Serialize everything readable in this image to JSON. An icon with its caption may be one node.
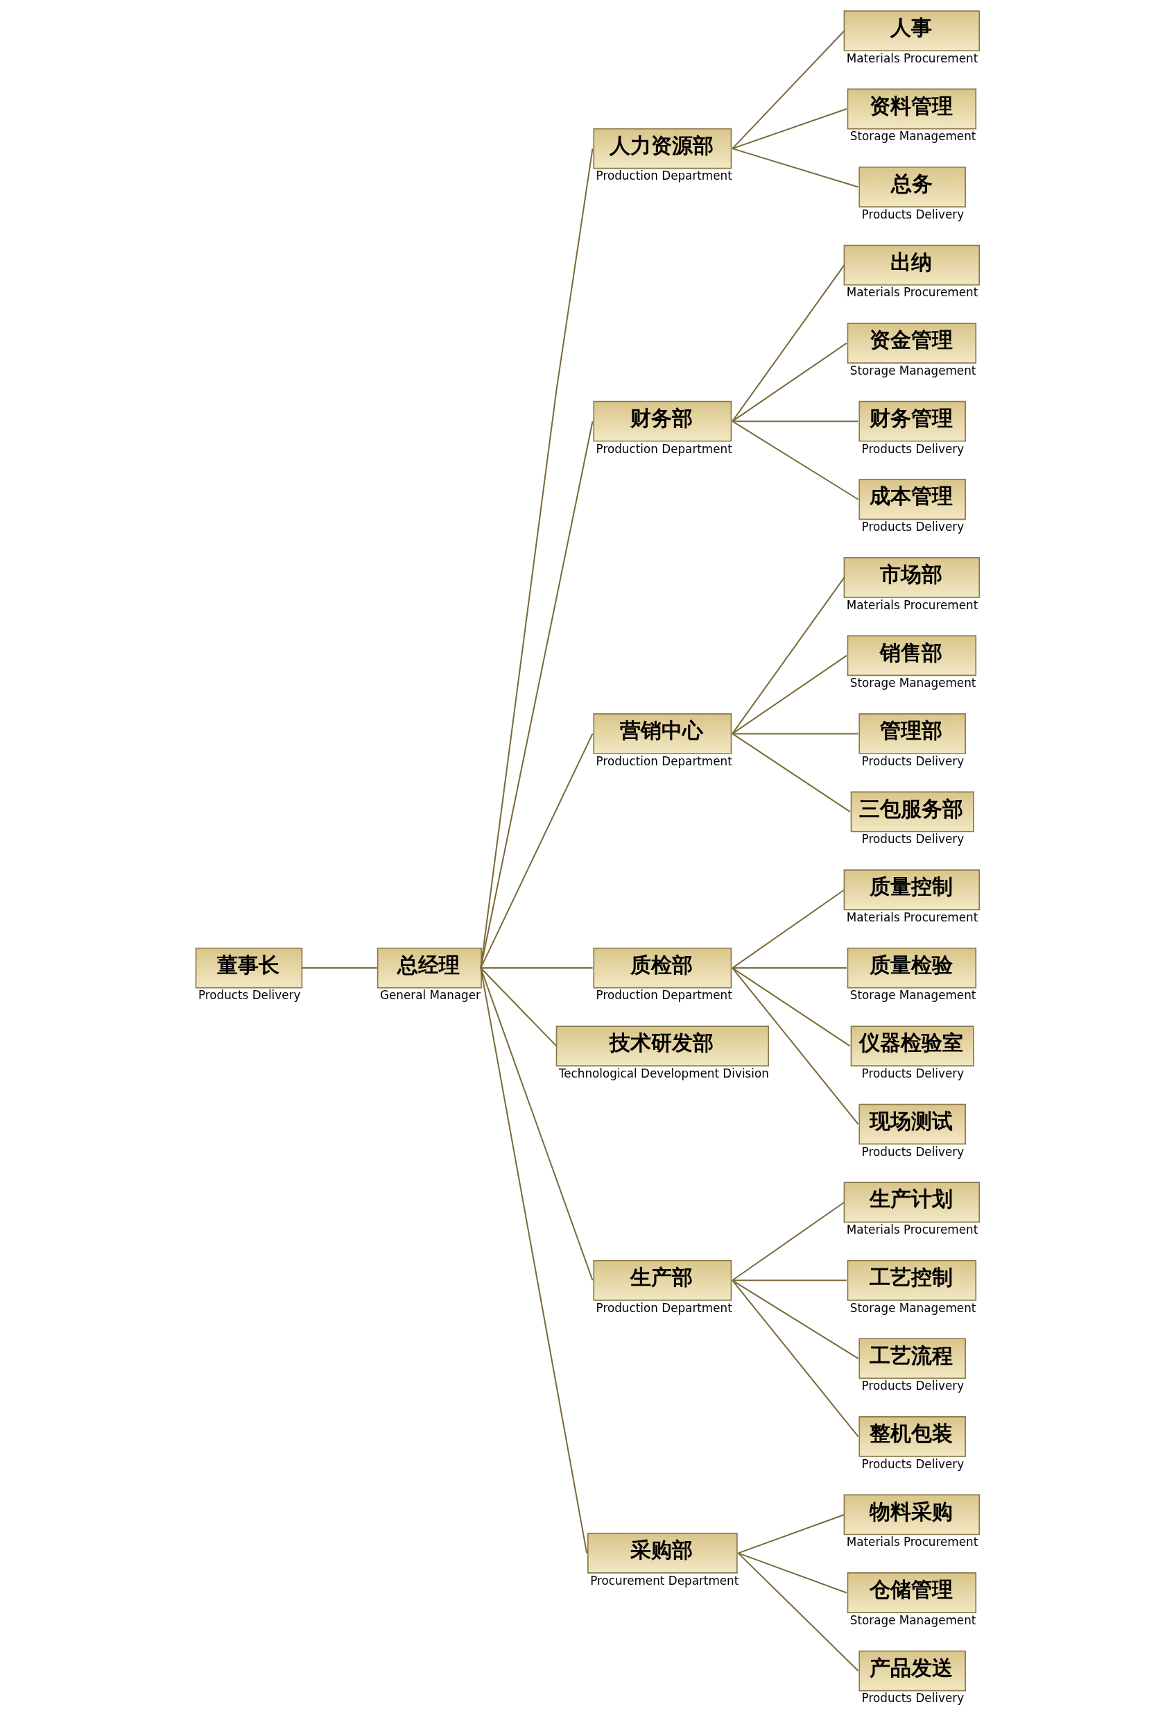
{
  "diagram": {
    "nodes": [
      {
        "text": [
          "董事长",
          "Products Delivery"
        ]
      },
      {
        "text": [
          "总经理",
          "General Manager"
        ]
      },
      {
        "text": [
          "人力资源部",
          "Production Department"
        ]
      },
      {
        "text": [
          "人事",
          "Materials Procurement"
        ]
      },
      {
        "text": [
          "资料管理",
          "Storage Management"
        ]
      },
      {
        "text": [
          "总务",
          "Products Delivery"
        ]
      },
      {
        "text": [
          "财务部",
          "Production Department"
        ]
      },
      {
        "text": [
          "出纳",
          "Materials Procurement"
        ]
      },
      {
        "text": [
          "资金管理",
          "Storage Management"
        ]
      },
      {
        "text": [
          "财务管理",
          "Products Delivery"
        ]
      },
      {
        "text": [
          "成本管理",
          "Products Delivery"
        ]
      },
      {
        "text": [
          "营销中心",
          "Production Department"
        ]
      },
      {
        "text": [
          "市场部",
          "Materials Procurement"
        ]
      },
      {
        "text": [
          "销售部",
          "Storage Management"
        ]
      },
      {
        "text": [
          "管理部",
          "Products Delivery"
        ]
      },
      {
        "text": [
          "三包服务部",
          "Products Delivery"
        ]
      },
      {
        "text": [
          "质检部",
          "Production Department"
        ]
      },
      {
        "text": [
          "质量控制",
          "Materials Procurement"
        ]
      },
      {
        "text": [
          "质量检验",
          "Storage Management"
        ]
      },
      {
        "text": [
          "仪器检验室",
          "Products Delivery"
        ]
      },
      {
        "text": [
          "现场测试",
          "Products Delivery"
        ]
      },
      {
        "text": [
          "技术研发部",
          "Technological Development Division"
        ]
      },
      {
        "text": [
          "生产部",
          "Production Department"
        ]
      },
      {
        "text": [
          "生产计划",
          "Materials Procurement"
        ]
      },
      {
        "text": [
          "工艺控制",
          "Storage Management"
        ]
      },
      {
        "text": [
          "工艺流程",
          "Products Delivery"
        ]
      },
      {
        "text": [
          "整机包装",
          "Products Delivery"
        ]
      },
      {
        "text": [
          "采购部",
          "Procurement Department"
        ]
      },
      {
        "text": [
          "物料采购",
          "Materials Procurement"
        ]
      },
      {
        "text": [
          "仓储管理",
          "Storage Management"
        ]
      },
      {
        "text": [
          "产品发送",
          "Products Delivery"
        ]
      }
    ],
    "edges": [
      {
        "from": 0,
        "to": 1,
        "arrow": "none"
      },
      {
        "from": 1,
        "to": 2,
        "arrow": "none"
      },
      {
        "from": 1,
        "to": 6,
        "arrow": "none"
      },
      {
        "from": 1,
        "to": 11,
        "arrow": "none"
      },
      {
        "from": 1,
        "to": 16,
        "arrow": "none"
      },
      {
        "from": 1,
        "to": 21,
        "arrow": "none"
      },
      {
        "from": 1,
        "to": 22,
        "arrow": "none"
      },
      {
        "from": 1,
        "to": 27,
        "arrow": "none"
      },
      {
        "from": 2,
        "to": 3,
        "arrow": "none"
      },
      {
        "from": 2,
        "to": 4,
        "arrow": "none"
      },
      {
        "from": 2,
        "to": 5,
        "arrow": "none"
      },
      {
        "from": 6,
        "to": 7,
        "arrow": "none"
      },
      {
        "from": 6,
        "to": 8,
        "arrow": "none"
      },
      {
        "from": 6,
        "to": 9,
        "arrow": "none"
      },
      {
        "from": 6,
        "to": 10,
        "arrow": "none"
      },
      {
        "from": 11,
        "to": 12,
        "arrow": "none"
      },
      {
        "from": 11,
        "to": 13,
        "arrow": "none"
      },
      {
        "from": 11,
        "to": 14,
        "arrow": "none"
      },
      {
        "from": 11,
        "to": 15,
        "arrow": "none"
      },
      {
        "from": 16,
        "to": 17,
        "arrow": "none"
      },
      {
        "from": 16,
        "to": 18,
        "arrow": "none"
      },
      {
        "from": 16,
        "to": 19,
        "arrow": "none"
      },
      {
        "from": 16,
        "to": 20,
        "arrow": "none"
      },
      {
        "from": 22,
        "to": 23,
        "arrow": "none"
      },
      {
        "from": 22,
        "to": 24,
        "arrow": "none"
      },
      {
        "from": 22,
        "to": 25,
        "arrow": "none"
      },
      {
        "from": 22,
        "to": 26,
        "arrow": "none"
      },
      {
        "from": 27,
        "to": 28,
        "arrow": "none"
      },
      {
        "from": 27,
        "to": 29,
        "arrow": "none"
      },
      {
        "from": 27,
        "to": 30,
        "arrow": "none"
      }
    ]
  }
}
